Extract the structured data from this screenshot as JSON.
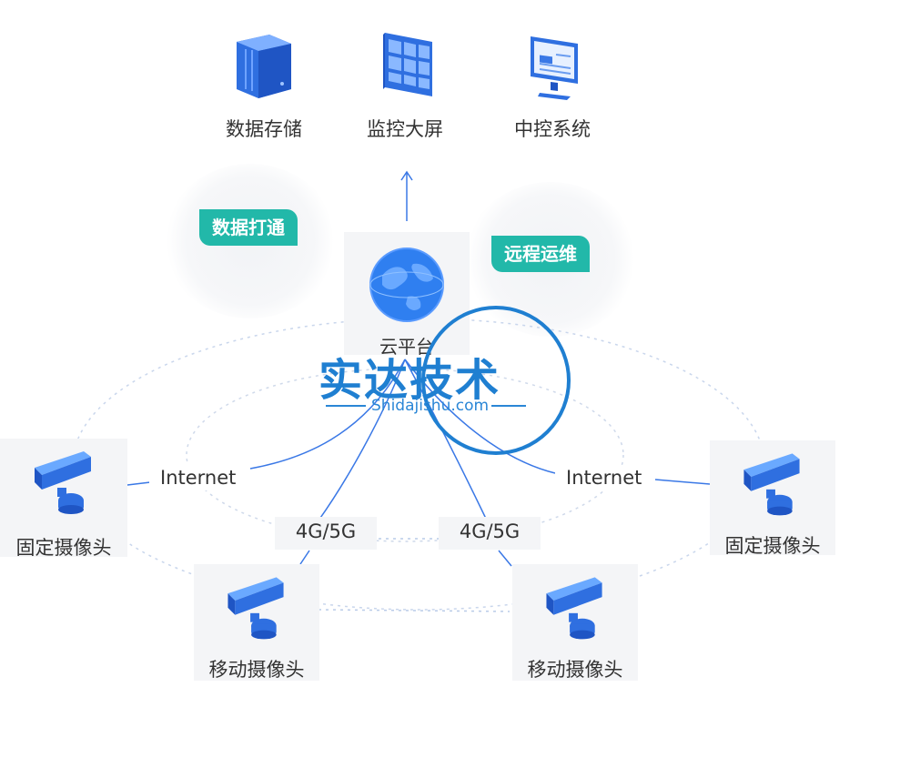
{
  "top_nodes": [
    {
      "label": "数据存储",
      "icon": "server-icon"
    },
    {
      "label": "监控大屏",
      "icon": "video-wall-icon"
    },
    {
      "label": "中控系统",
      "icon": "monitor-icon"
    }
  ],
  "tags": {
    "left": "数据打通",
    "right": "远程运维"
  },
  "cloud": {
    "label": "云平台",
    "icon": "globe-icon"
  },
  "links": {
    "internet_left": "Internet",
    "internet_right": "Internet",
    "mobile_left": "4G/5G",
    "mobile_right": "4G/5G"
  },
  "cameras": {
    "fixed_left": "固定摄像头",
    "fixed_right": "固定摄像头",
    "mobile_left": "移动摄像头",
    "mobile_right": "移动摄像头"
  },
  "watermark": {
    "title": "实达技术",
    "subtitle": "Shidajishu.com"
  },
  "colors": {
    "accent": "#2f7ff0",
    "tag": "#22b8a9",
    "line": "#3a78e6",
    "watermark": "#1f7fd1"
  }
}
